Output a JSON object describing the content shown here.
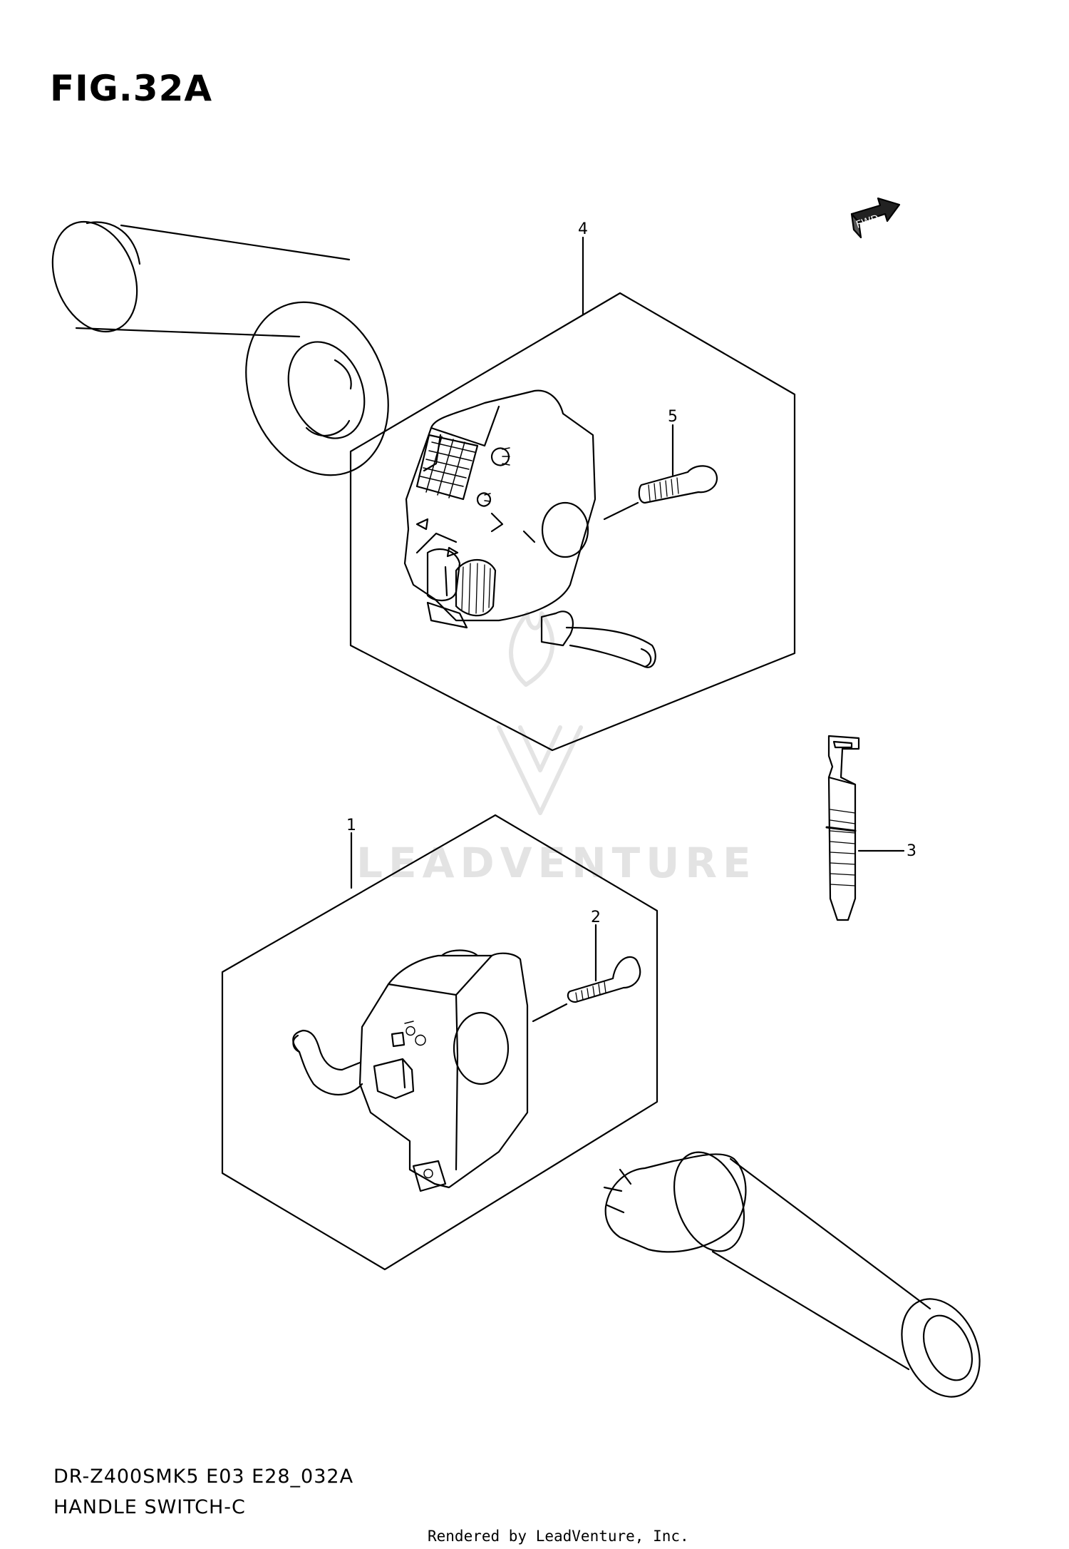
{
  "figure_title": "FIG.32A",
  "diagram_code": "DR-Z400SMK5 E03 E28_032A",
  "caption": "HANDLE SWITCH-C",
  "credit": "Rendered by LeadVenture, Inc.",
  "fwd_label": "FWD",
  "watermark": "LEADVENTURE",
  "callouts": [
    {
      "id": "1",
      "label": "1"
    },
    {
      "id": "2",
      "label": "2"
    },
    {
      "id": "3",
      "label": "3"
    },
    {
      "id": "4",
      "label": "4"
    },
    {
      "id": "5",
      "label": "5"
    }
  ]
}
